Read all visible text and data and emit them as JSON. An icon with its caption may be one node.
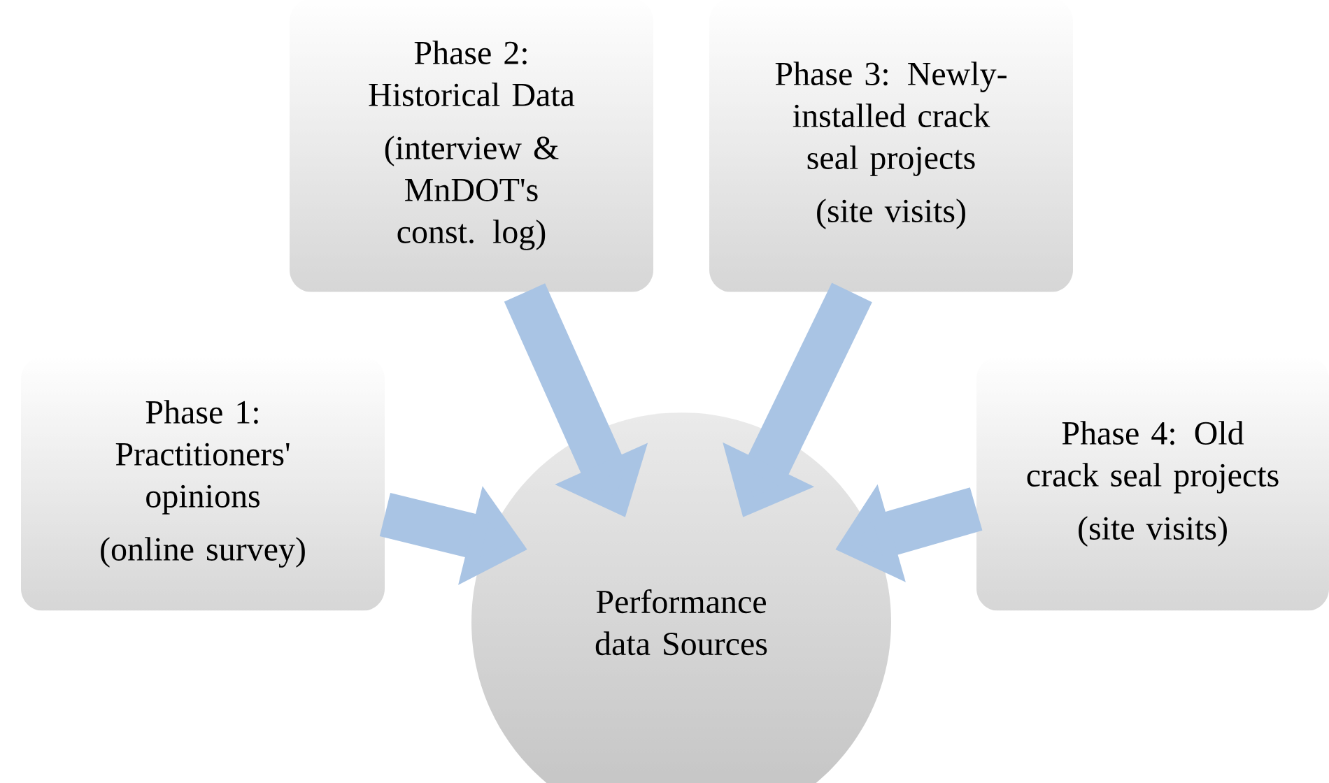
{
  "diagram": {
    "nodes": [
      {
        "text": [
          "Phase 1: Practitioners' opinions",
          "(online survey)"
        ]
      },
      {
        "text": [
          "Phase 2: Historical Data",
          "(interview & MnDOT's const. log)"
        ]
      },
      {
        "text": [
          "Phase 3: Newly-installed crack seal projects",
          "(site visits)"
        ]
      },
      {
        "text": [
          "Phase 4: Old crack seal projects",
          "(site visits)"
        ]
      },
      {
        "text": [
          "Performance data Sources"
        ]
      }
    ],
    "edges": [
      {
        "from": 0,
        "to": 4,
        "arrow": "to"
      },
      {
        "from": 1,
        "to": 4,
        "arrow": "to"
      },
      {
        "from": 2,
        "to": 4,
        "arrow": "to"
      },
      {
        "from": 3,
        "to": 4,
        "arrow": "to"
      }
    ]
  }
}
